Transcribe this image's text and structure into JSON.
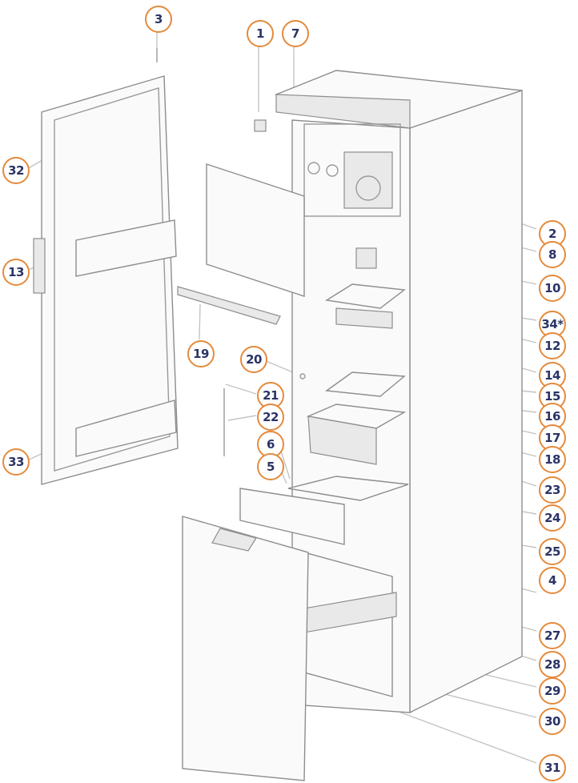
{
  "diagram": {
    "callouts": [
      "3",
      "1",
      "7",
      "32",
      "13",
      "19",
      "20",
      "21",
      "22",
      "6",
      "5",
      "33",
      "2",
      "8",
      "10",
      "34*",
      "12",
      "14",
      "15",
      "16",
      "17",
      "18",
      "23",
      "24",
      "25",
      "4",
      "27",
      "28",
      "29",
      "30",
      "31"
    ],
    "colors": {
      "ring": "#e48a3c",
      "number": "#2b3466",
      "line": "#9a9a9a"
    }
  }
}
